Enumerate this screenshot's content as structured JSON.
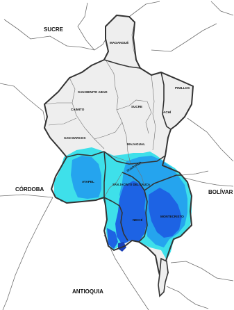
{
  "departments": {
    "sucre": "SUCRE",
    "cordoba": "CÓRDOBA",
    "bolivar": "BOLÍVAR",
    "antioquia": "ANTIOQUIA"
  },
  "municipalities": {
    "magangue": "MAGANGUÉ",
    "pinillos": "PINILLOS",
    "san_benito_abad": "SAN BENITO ABAD",
    "caimito": "CAIMITO",
    "sucre": "SUCRE",
    "achi": "ACHÍ",
    "san_marcos": "SAN MARCOS",
    "majagual": "MAJAGUAL",
    "guaranda": "GUARANDA",
    "ayapel": "AYAPEL",
    "san_jacinto_del_cauca": "SAN JACINTO DEL CAUCA",
    "nechi": "NECHÍ",
    "montecristo": "MONTECRISTO"
  },
  "colors": {
    "land": "#eeeeee",
    "outer_boundary": "#333333",
    "flood_light": "#3ee0ea",
    "flood_medium": "#25a4ee",
    "flood_dark": "#1d63e4",
    "flood_deep": "#1a3fb8"
  }
}
